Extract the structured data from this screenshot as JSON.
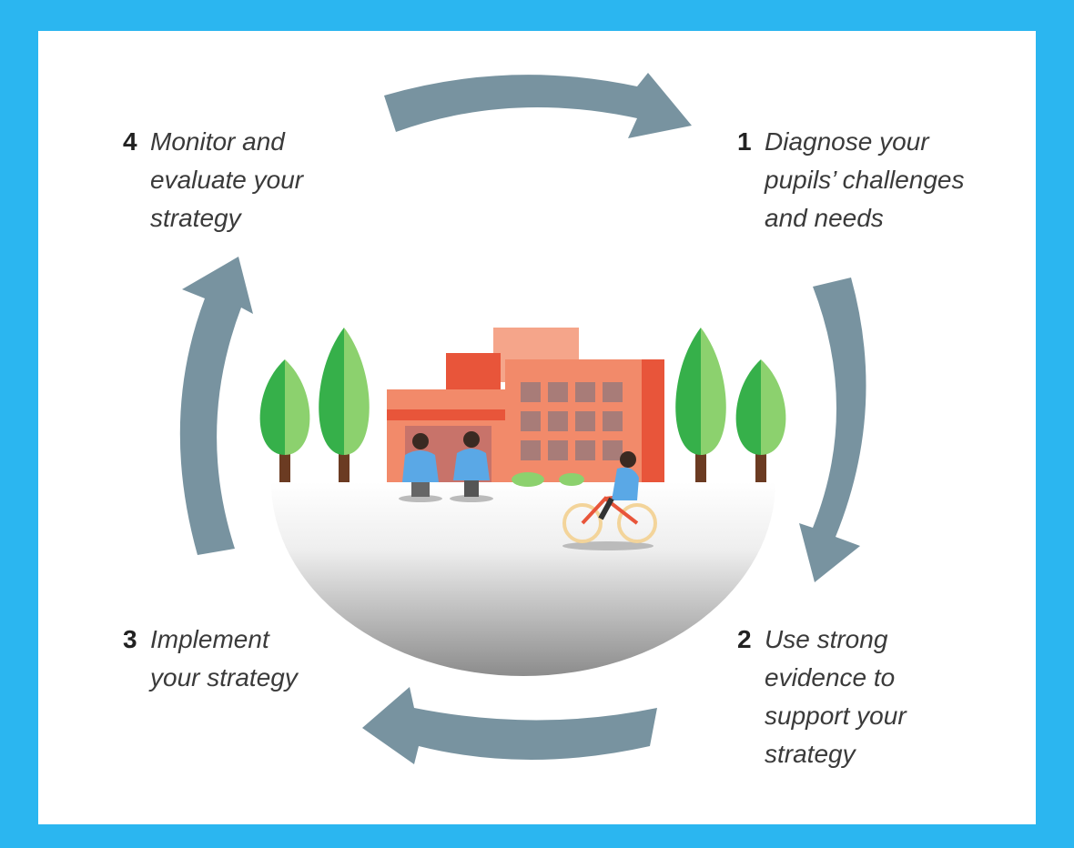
{
  "colors": {
    "border": "#2bb6f0",
    "arrow": "#7893a0",
    "brick": "#f28a6a",
    "brick_dark": "#e8553a",
    "tree_light": "#8cd16e",
    "tree_dark": "#36b04a",
    "ground_top": "#ffffff",
    "ground_bottom": "#8a8a8a",
    "person": "#5aa8e6"
  },
  "steps": [
    {
      "number": "1",
      "text": "Diagnose your\npupils’ challenges\nand needs"
    },
    {
      "number": "2",
      "text": "Use strong\nevidence to\nsupport your\nstrategy"
    },
    {
      "number": "3",
      "text": "Implement\nyour strategy"
    },
    {
      "number": "4",
      "text": "Monitor and\nevaluate your\nstrategy"
    }
  ]
}
